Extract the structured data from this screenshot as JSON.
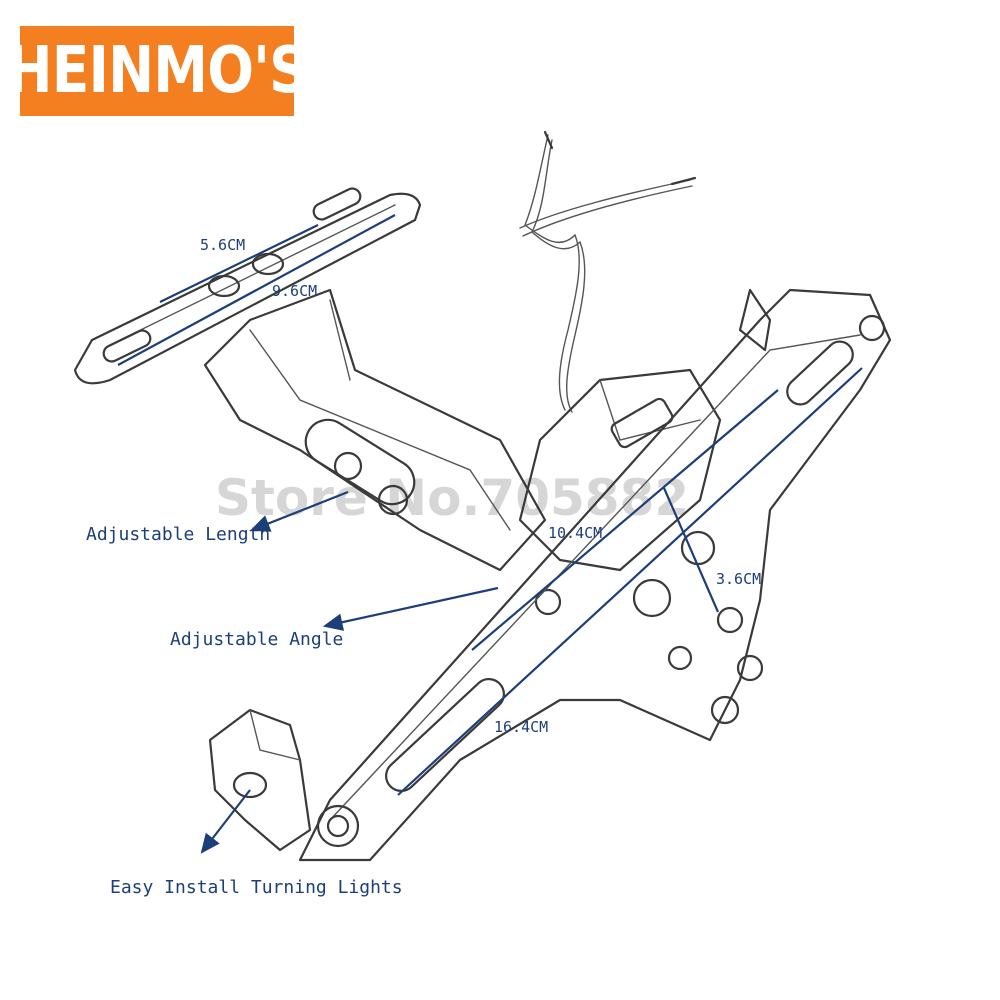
{
  "logo": {
    "text": "HEINMO'S",
    "background": "#f47f20",
    "color": "#ffffff"
  },
  "watermark": "Store No.705882",
  "dimensions": {
    "top_inner": "5.6CM",
    "top_outer": "9.6CM",
    "mid": "10.4CM",
    "short": "3.6CM",
    "long": "16.4CM"
  },
  "callouts": {
    "length": "Adjustable Length",
    "angle": "Adjustable Angle",
    "lights": "Easy Install Turning Lights"
  },
  "colors": {
    "annotation": "#1c3f7a",
    "sketch": "#3a3a3a"
  }
}
